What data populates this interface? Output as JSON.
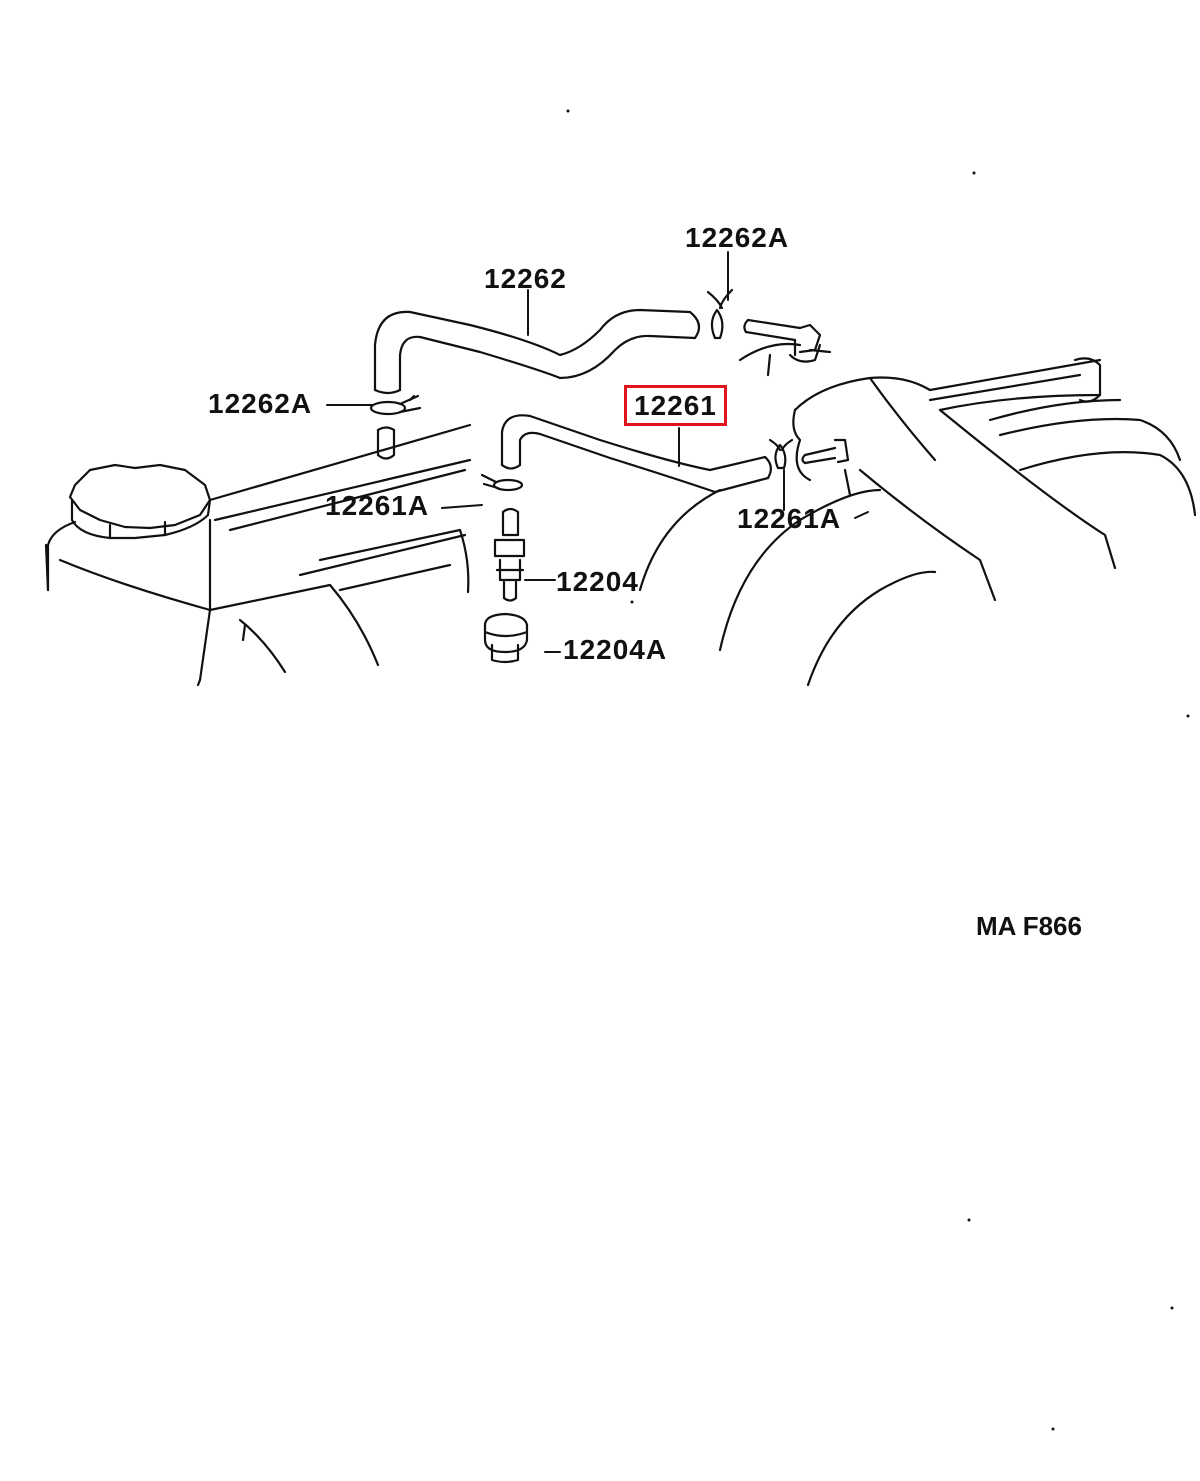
{
  "diagram": {
    "labels": {
      "hose_12262": "12262",
      "clamp_12262A_top": "12262A",
      "clamp_12262A_left": "12262A",
      "hose_12261": "12261",
      "clamp_12261A_left": "12261A",
      "clamp_12261A_right": "12261A",
      "pcv_valve_12204": "12204",
      "grommet_12204A": "12204A"
    },
    "highlighted_part": "12261",
    "highlight_color": "#e0141b",
    "line_color": "#111111",
    "drawing_id": "MA F866"
  }
}
